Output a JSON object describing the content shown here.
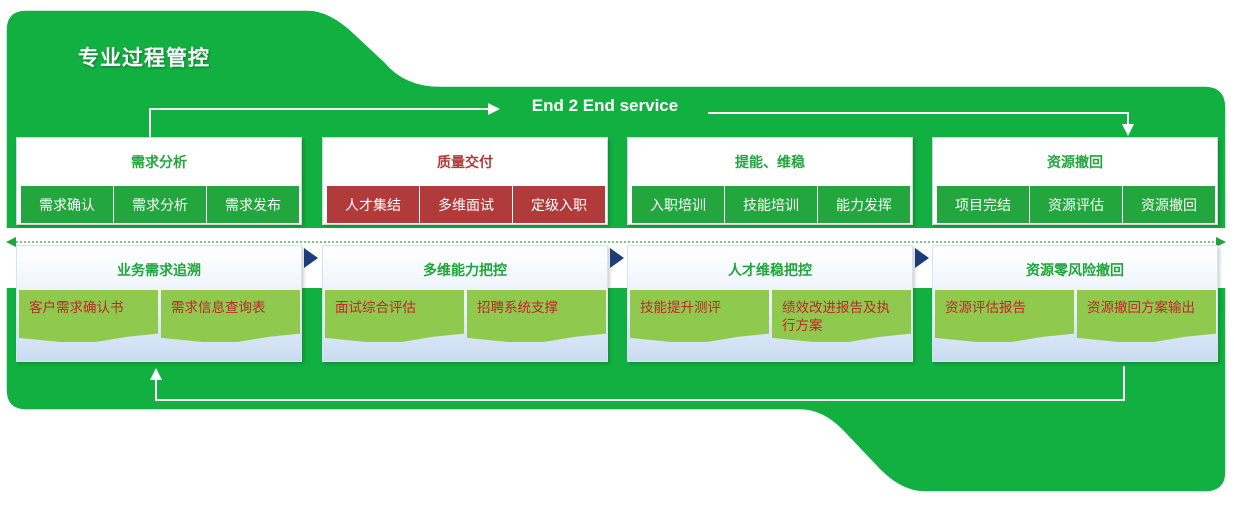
{
  "title": "专业过程管控",
  "flow_label": "End 2 End service",
  "colors": {
    "band_green": "#12b040",
    "task_green": "#22a63d",
    "task_red": "#b13b3b",
    "doc_green": "#8fca4f",
    "doc_text": "#c0262c",
    "ctrl_title": "#1fa63a",
    "arrow_blue": "#1d3d7a"
  },
  "stages": [
    {
      "phase": "需求分析",
      "phase_color": "#22a63d",
      "task_color": "#22a63d",
      "tasks": [
        "需求确认",
        "需求分析",
        "需求发布"
      ],
      "control": "业务需求追溯",
      "docs": [
        "客户需求确认书",
        "需求信息查询表"
      ]
    },
    {
      "phase": "质量交付",
      "phase_color": "#b13b3b",
      "task_color": "#b13b3b",
      "tasks": [
        "人才集结",
        "多维面试",
        "定级入职"
      ],
      "control": "多维能力把控",
      "docs": [
        "面试综合评估",
        "招聘系统支撑"
      ]
    },
    {
      "phase": "提能、维稳",
      "phase_color": "#22a63d",
      "task_color": "#22a63d",
      "tasks": [
        "入职培训",
        "技能培训",
        "能力发挥"
      ],
      "control": "人才维稳把控",
      "docs": [
        "技能提升测评",
        "绩效改进报告及执行方案"
      ]
    },
    {
      "phase": "资源撤回",
      "phase_color": "#22a63d",
      "task_color": "#22a63d",
      "tasks": [
        "项目完结",
        "资源评估",
        "资源撤回"
      ],
      "control": "资源零风险撤回",
      "docs": [
        "资源评估报告",
        "资源撤回方案输出"
      ]
    }
  ]
}
